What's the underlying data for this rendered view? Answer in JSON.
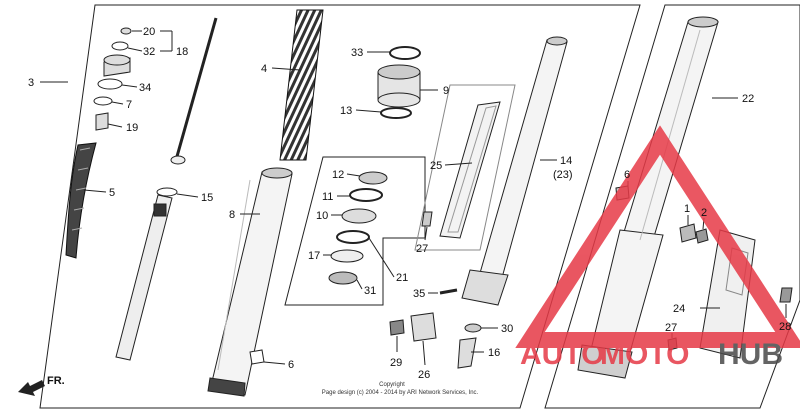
{
  "diagram": {
    "callouts": {
      "c20": "20",
      "c32": "32",
      "c18": "18",
      "c3": "3",
      "c34": "34",
      "c7": "7",
      "c19": "19",
      "c5": "5",
      "c15": "15",
      "c4": "4",
      "c8": "8",
      "c6a": "6",
      "c33": "33",
      "c9": "9",
      "c13": "13",
      "c12": "12",
      "c11": "11",
      "c10": "10",
      "c17": "17",
      "c21": "21",
      "c31": "31",
      "c25": "25",
      "c27a": "27",
      "c14": "14",
      "c23": "(23)",
      "c35": "35",
      "c29": "29",
      "c26": "26",
      "c30": "30",
      "c16": "16",
      "c22": "22",
      "c6b": "6",
      "c1": "1",
      "c2": "2",
      "c24": "24",
      "c27b": "27",
      "c28": "28"
    },
    "front_indicator": "FR.",
    "copyright_line1": "Copyright",
    "copyright_line2": "Page design (c) 2004 - 2014 by ARI Network Services, Inc."
  },
  "watermark": {
    "text_auto": "AUTO",
    "text_moto": "MOTO",
    "text_hub": "HUB",
    "color_red": "#e63946",
    "color_dark": "#4a4a4a"
  }
}
